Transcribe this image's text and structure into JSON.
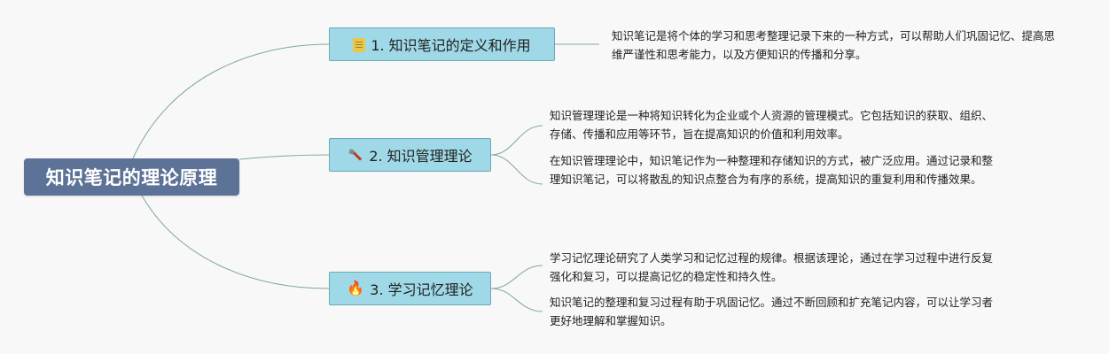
{
  "root": {
    "label": "知识笔记的理论原理"
  },
  "topics": [
    {
      "label": "1. 知识笔记的定义和作用",
      "icon": "scroll-icon",
      "notes": [
        "知识笔记是将个体的学习和思考整理记录下来的一种方式，可以帮助人们巩固记忆、提高思维严谨性和思考能力，以及方便知识的传播和分享。"
      ]
    },
    {
      "label": "2. 知识管理理论",
      "icon": "tools-icon",
      "notes": [
        "知识管理理论是一种将知识转化为企业或个人资源的管理模式。它包括知识的获取、组织、存储、传播和应用等环节，旨在提高知识的价值和利用效率。",
        "在知识管理理论中，知识笔记作为一种整理和存储知识的方式，被广泛应用。通过记录和整理知识笔记，可以将散乱的知识点整合为有序的系统，提高知识的重复利用和传播效果。"
      ]
    },
    {
      "label": "3. 学习记忆理论",
      "icon": "fire-icon",
      "icon_glyph": "🔥",
      "notes": [
        "学习记忆理论研究了人类学习和记忆过程的规律。根据该理论，通过在学习过程中进行反复强化和复习，可以提高记忆的稳定性和持久性。",
        "知识笔记的整理和复习过程有助于巩固记忆。通过不断回顾和扩充笔记内容，可以让学习者更好地理解和掌握知识。"
      ]
    }
  ],
  "colors": {
    "root_bg": "#5c7296",
    "topic_bg": "#9fd8e6",
    "connector": "#7fa89c",
    "background": "#f8f8f8"
  }
}
